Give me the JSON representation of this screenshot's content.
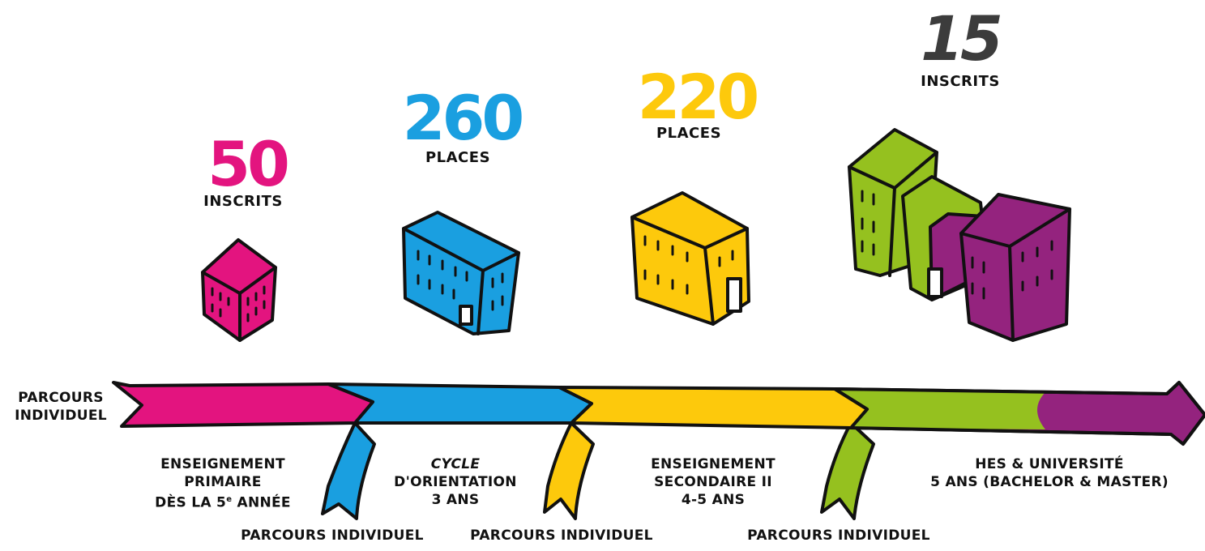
{
  "colors": {
    "primaire": "#e3147f",
    "cycle": "#1a9fe0",
    "secondaire": "#fdc90c",
    "hes_green": "#95c11f",
    "hes_purple": "#94237e",
    "outline": "#111111",
    "dark_number": "#3c3c3c"
  },
  "stats": [
    {
      "value": "50",
      "unit": "INSCRITS"
    },
    {
      "value": "260",
      "unit": "PLACES"
    },
    {
      "value": "220",
      "unit": "PLACES"
    },
    {
      "value": "15",
      "unit": "INSCRITS"
    }
  ],
  "stages": [
    {
      "line1": "ENSEIGNEMENT",
      "line2": "PRIMAIRE",
      "line3": "DÈS LA 5e ANNÉE"
    },
    {
      "line1": "CYCLE",
      "line2": "D'ORIENTATION",
      "line3": "3 ANS"
    },
    {
      "line1": "ENSEIGNEMENT",
      "line2": "SECONDAIRE II",
      "line3": "4-5 ANS"
    },
    {
      "line1": "HES & UNIVERSITÉ",
      "line2": "5 ANS (BACHELOR & MASTER)"
    }
  ],
  "parcours": {
    "start_line1": "PARCOURS",
    "start_line2": "INDIVIDUEL",
    "exit1": "PARCOURS INDIVIDUEL",
    "exit2": "PARCOURS INDIVIDUEL",
    "exit3": "PARCOURS INDIVIDUEL"
  }
}
